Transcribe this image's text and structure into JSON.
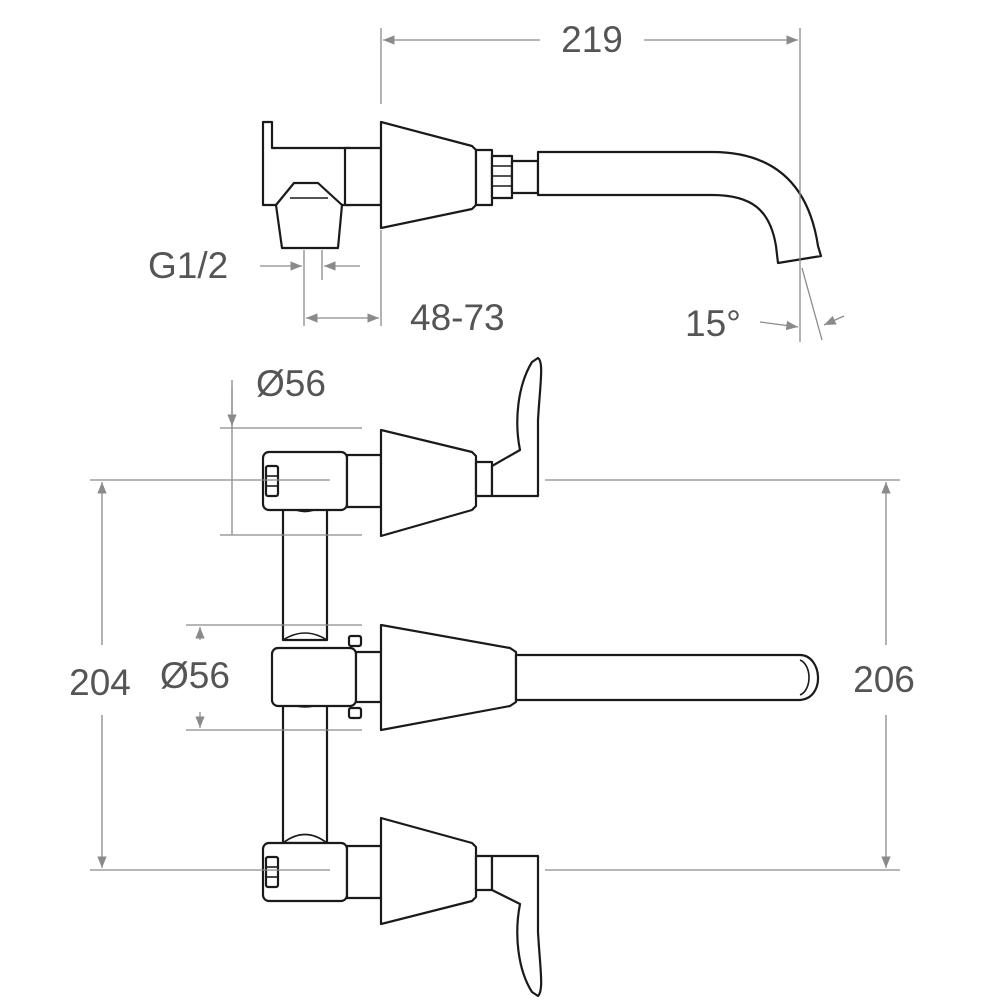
{
  "dimensions": {
    "spout_length": "219",
    "inlet_thread": "G1/2",
    "wall_depth": "48-73",
    "spout_angle": "15°",
    "top_rosette_diameter": "Ø56",
    "center_rosette_diameter": "Ø56",
    "handle_spacing": "204",
    "overall_height": "206"
  },
  "colors": {
    "line": "#1a1a1a",
    "dimension_line": "#8a8a8a",
    "dimension_text": "#555555",
    "background": "#ffffff"
  }
}
